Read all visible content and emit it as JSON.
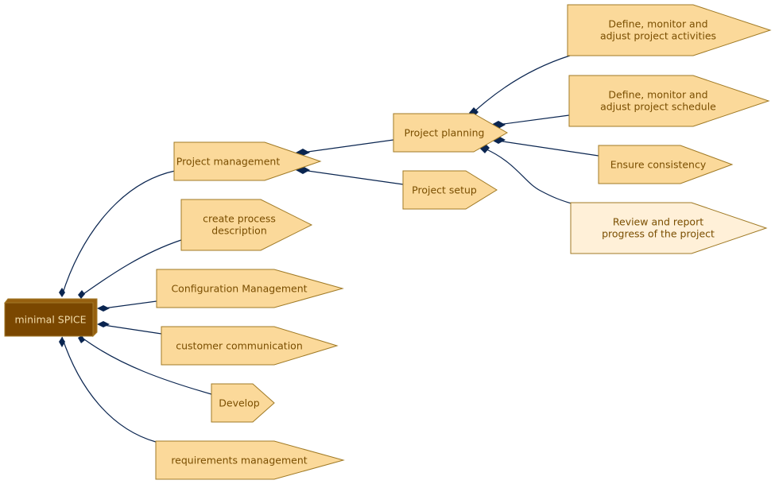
{
  "root": {
    "label": "minimal SPICE"
  },
  "nodes": {
    "project_management": {
      "lines": [
        "Project management"
      ]
    },
    "create_process_description": {
      "lines": [
        "create process",
        "description"
      ]
    },
    "configuration_management": {
      "lines": [
        "Configuration Management"
      ]
    },
    "customer_communication": {
      "lines": [
        "customer communication"
      ]
    },
    "develop": {
      "lines": [
        "Develop"
      ]
    },
    "requirements_management": {
      "lines": [
        "requirements management"
      ]
    },
    "project_planning": {
      "lines": [
        "Project planning"
      ]
    },
    "project_setup": {
      "lines": [
        "Project setup"
      ]
    },
    "define_activities": {
      "lines": [
        "Define, monitor and",
        "adjust project activities"
      ]
    },
    "define_schedule": {
      "lines": [
        "Define, monitor and",
        "adjust project schedule"
      ]
    },
    "ensure_consistency": {
      "lines": [
        "Ensure consistency"
      ]
    },
    "review_report": {
      "lines": [
        "Review and report",
        "progress of the project"
      ]
    }
  },
  "colors": {
    "node_fill": "#fbd99a",
    "node_fill_highlight": "#fff0d8",
    "node_border": "#a07a25",
    "root_fill": "#7a4700",
    "edge": "#0a2550",
    "text": "#7a4e00"
  }
}
